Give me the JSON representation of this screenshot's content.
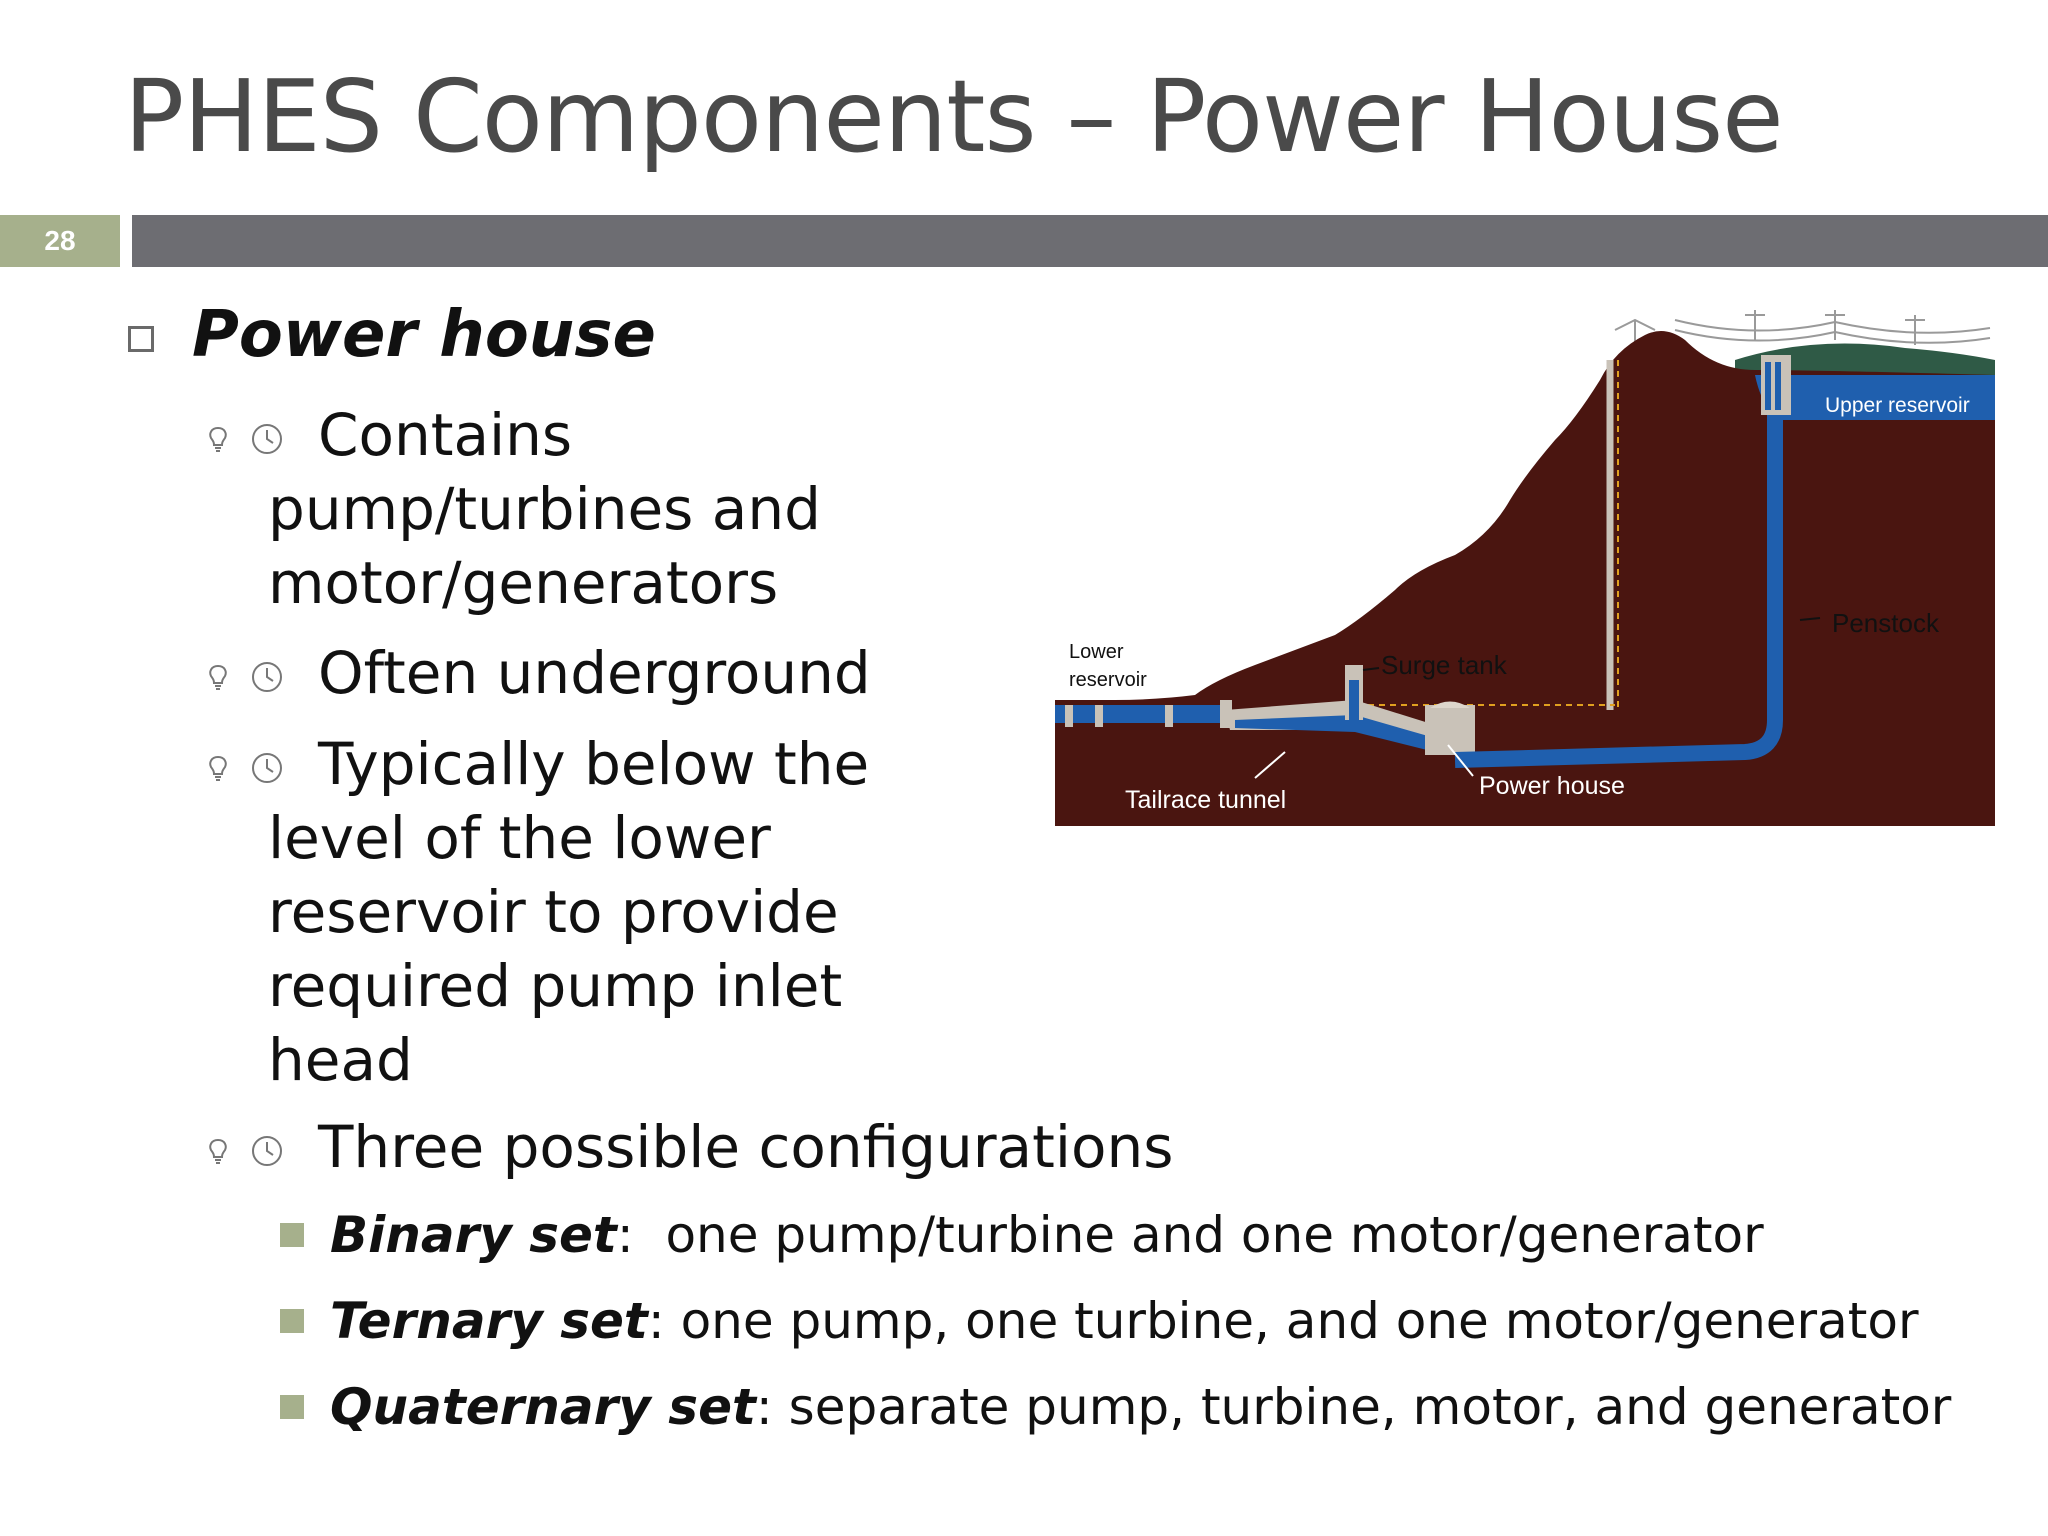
{
  "slide": {
    "title": "PHES Components – Power House",
    "number": "28"
  },
  "content": {
    "heading": "Power house",
    "bullets": [
      {
        "line1": "Contains",
        "rest": [
          "pump/turbines and",
          "motor/generators"
        ]
      },
      {
        "line1": "Often underground",
        "rest": []
      },
      {
        "line1": "Typically below the",
        "rest": [
          "level of the lower",
          "reservoir to provide",
          "required pump inlet",
          "head"
        ]
      },
      {
        "line1": "Three possible configurations",
        "rest": []
      }
    ],
    "sub_bullets": [
      {
        "term": "Binary set",
        "sep": ":  ",
        "text": "one pump/turbine and one motor/generator"
      },
      {
        "term": "Ternary set",
        "sep": ": ",
        "text": "one pump, one turbine, and one motor/generator"
      },
      {
        "term": "Quaternary set",
        "sep": ": ",
        "text": "separate pump, turbine, motor, and generator"
      }
    ]
  },
  "figure": {
    "labels": {
      "upper_reservoir": "Upper reservoir",
      "penstock": "Penstock",
      "surge_tank": "Surge tank",
      "lower_reservoir_1": "Lower",
      "lower_reservoir_2": "reservoir",
      "tailrace_tunnel": "Tailrace tunnel",
      "power_house": "Power house"
    },
    "colors": {
      "rock": "#4a1510",
      "water": "#1f5fae",
      "concrete": "#c9c2b8",
      "vegetation": "#2f5a46"
    }
  }
}
